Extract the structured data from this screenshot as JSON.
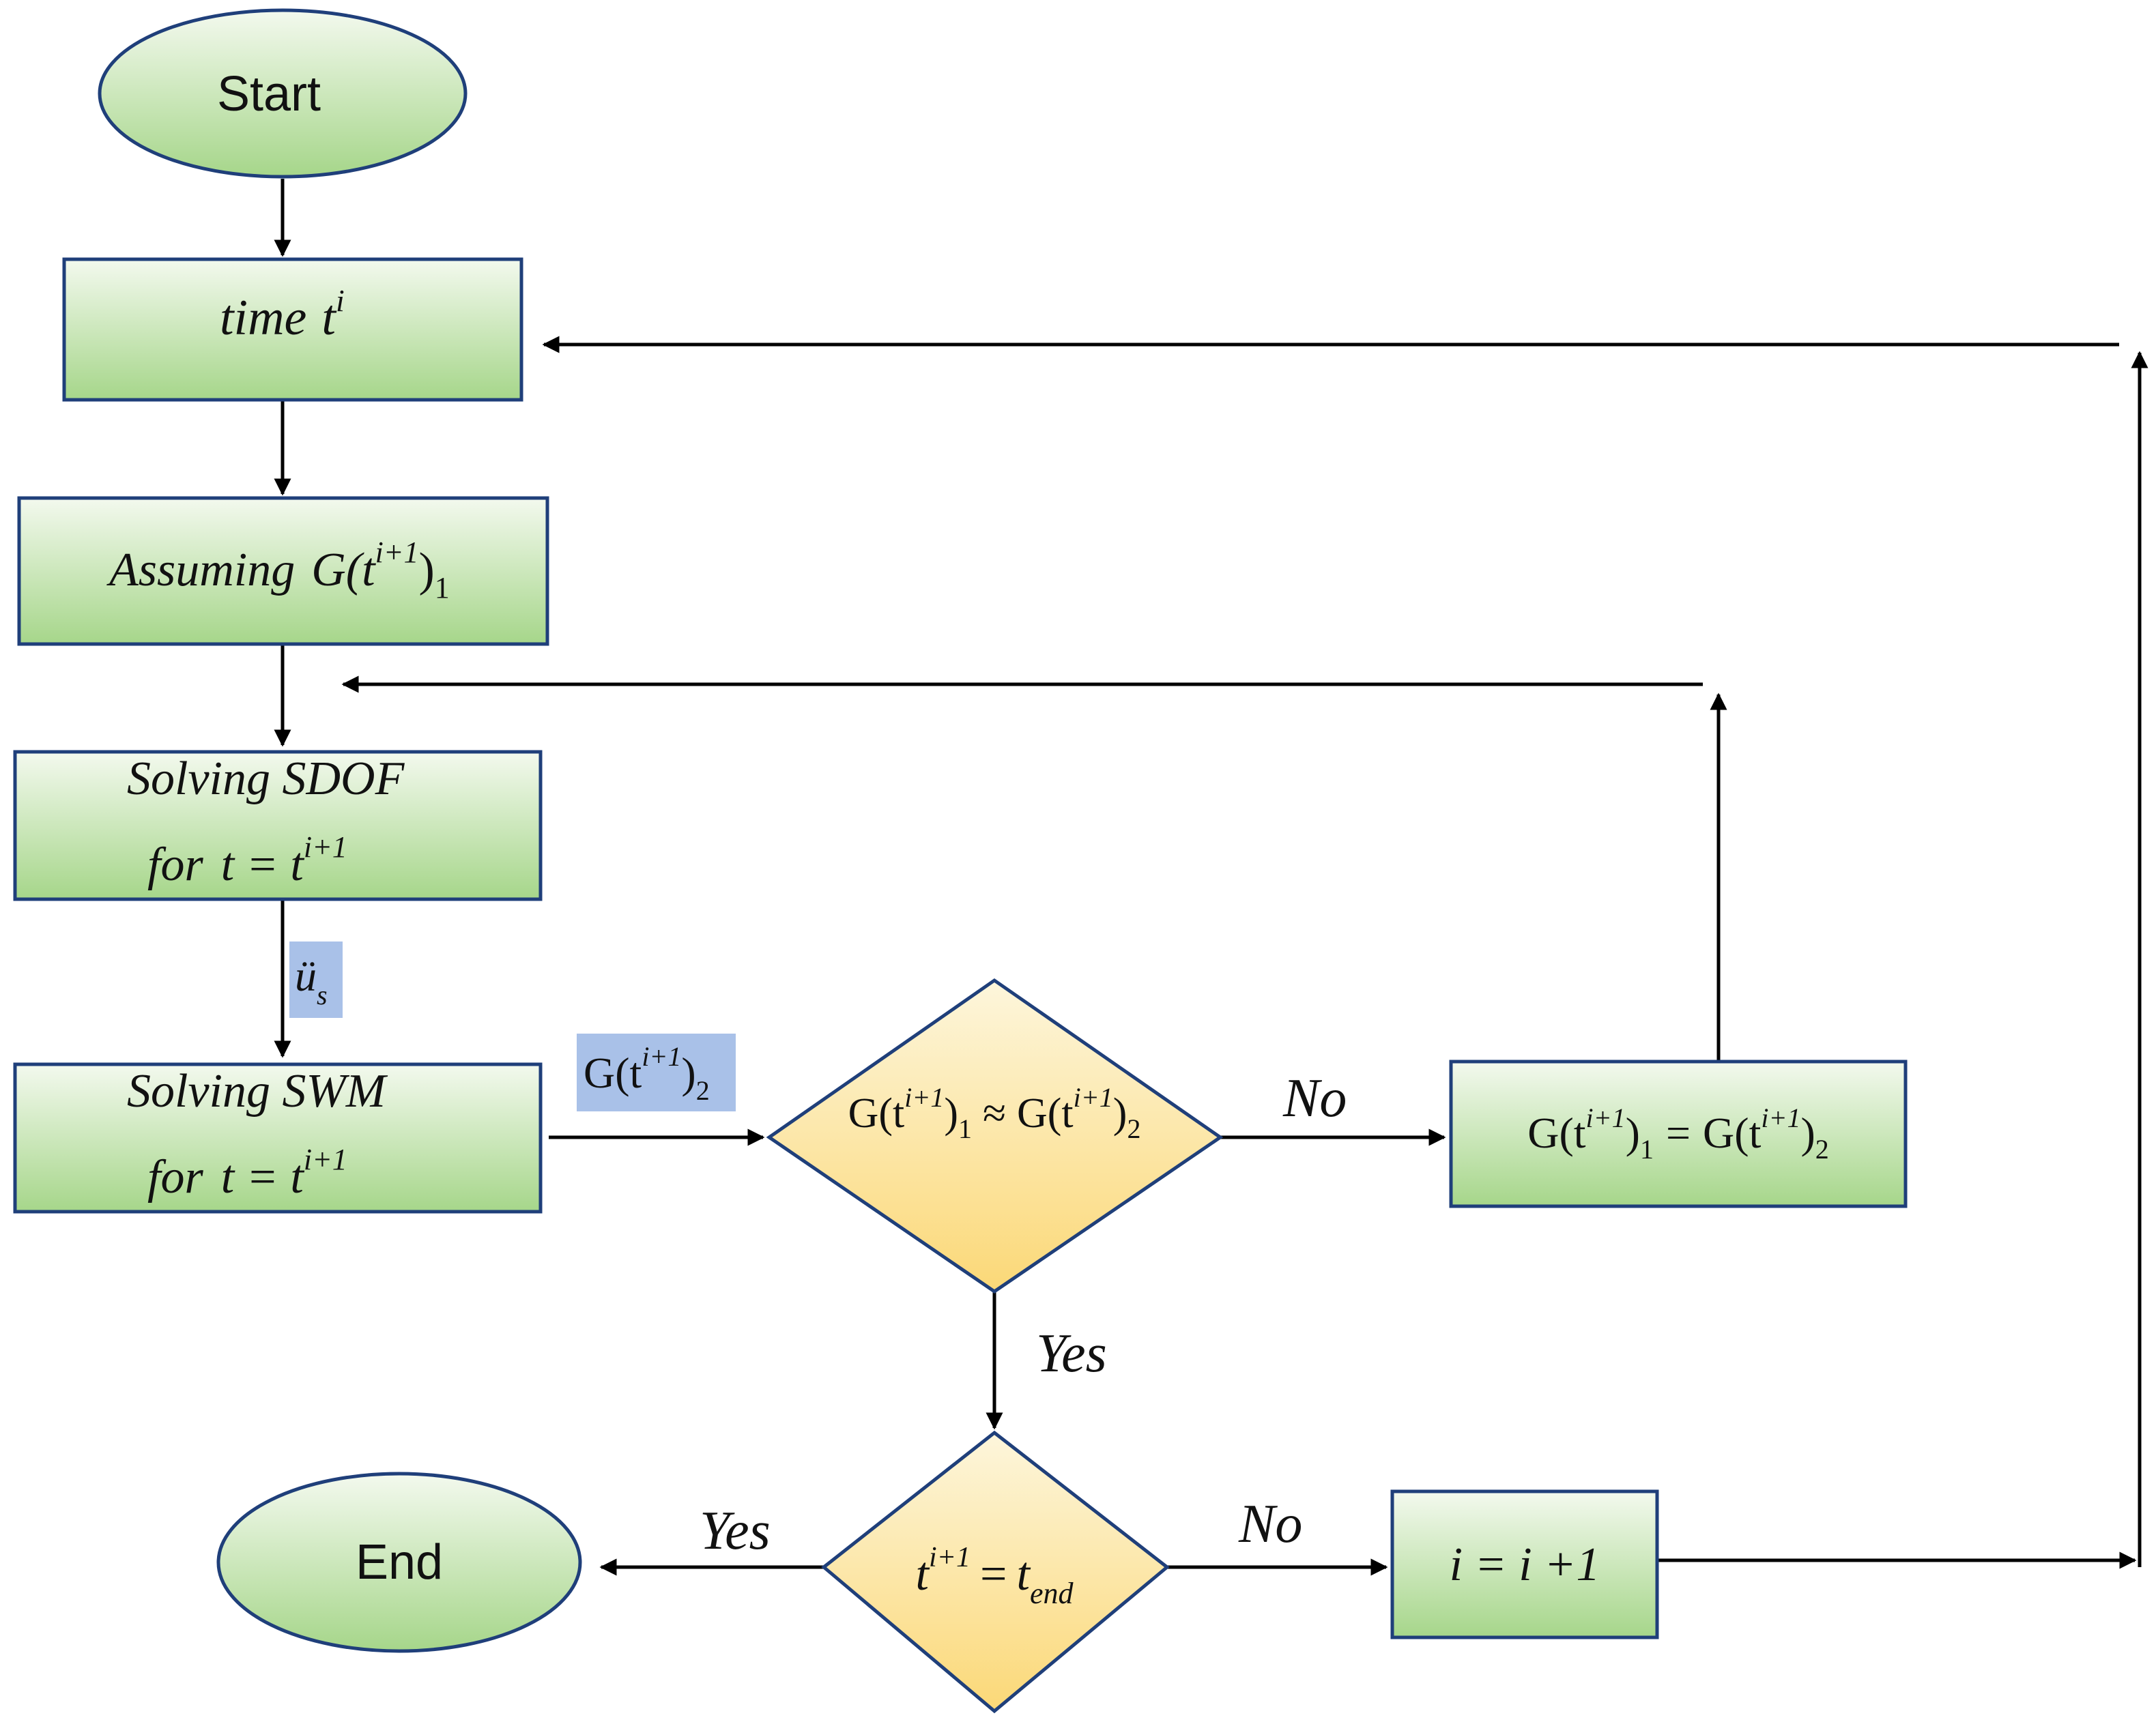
{
  "colors": {
    "process_fill_top": "#f3f9ee",
    "process_fill_bottom": "#a6d68a",
    "decision_fill_top": "#fdf6dc",
    "decision_fill_bottom": "#fbd877",
    "border": "#1f3f7a",
    "tag_fill": "#a9c1e8",
    "arrow": "#000000"
  },
  "nodes": {
    "start": {
      "label": "Start"
    },
    "end": {
      "label": "End"
    },
    "time": {
      "word": "time",
      "var": "t",
      "sup": "i"
    },
    "assume": {
      "word": "Assuming",
      "var": "G(t",
      "sup": "i+1",
      "close": ")",
      "sub": "1"
    },
    "sdof": {
      "line1": "Solving  SDOF",
      "line2_word": "for",
      "line2_lhs": "t = t",
      "sup": "i+1"
    },
    "swm": {
      "line1": "Solving  SWM",
      "line2_word": "for",
      "line2_lhs": "t = t",
      "sup": "i+1"
    },
    "converge": {
      "lhs_var": "G(t",
      "lhs_sup": "i+1",
      "lhs_close": ")",
      "lhs_sub": "1",
      "op": "≈",
      "rhs_var": "G(t",
      "rhs_sup": "i+1",
      "rhs_close": ")",
      "rhs_sub": "2"
    },
    "update": {
      "lhs_var": "G(t",
      "lhs_sup": "i+1",
      "lhs_close": ")",
      "lhs_sub": "1",
      "op": "=",
      "rhs_var": "G(t",
      "rhs_sup": "i+1",
      "rhs_close": ")",
      "rhs_sub": "2"
    },
    "end_check": {
      "lhs": "t",
      "lhs_sup": "i+1",
      "op": "=",
      "rhs": "t",
      "rhs_sub": "end"
    },
    "increment": {
      "label": "i = i +1"
    }
  },
  "tags": {
    "acc": {
      "var": "ü",
      "sub": "s"
    },
    "g2": {
      "var": "G(t",
      "sup": "i+1",
      "close": ")",
      "sub": "2"
    }
  },
  "edges": {
    "converge_no": "No",
    "converge_yes": "Yes",
    "end_yes": "Yes",
    "end_no": "No"
  }
}
